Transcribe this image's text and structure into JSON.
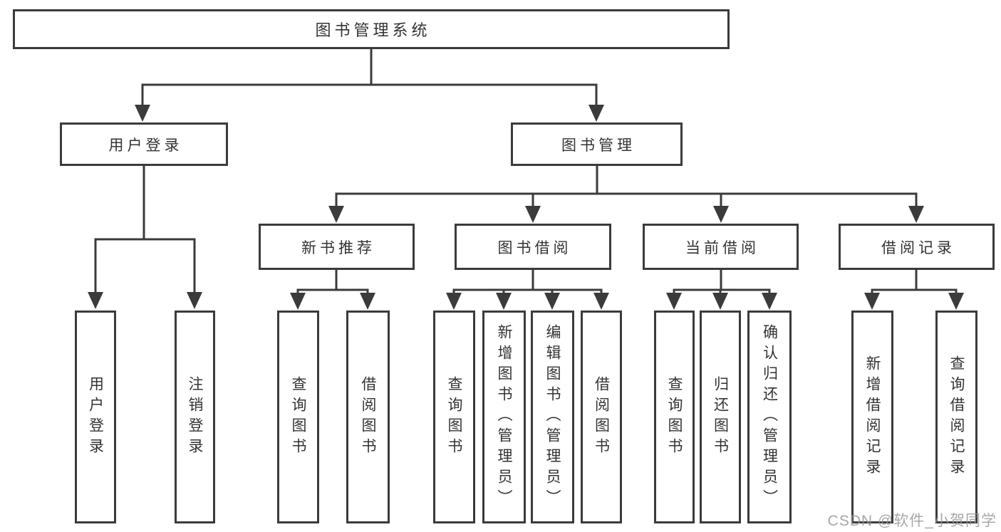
{
  "diagram_title": "图书管理系统",
  "tree": {
    "label": "图书管理系统",
    "children": [
      {
        "label": "用户登录",
        "children": [
          {
            "label": "用户登录"
          },
          {
            "label": "注销登录"
          }
        ]
      },
      {
        "label": "图书管理",
        "children": [
          {
            "label": "新书推荐",
            "children": [
              {
                "label": "查询图书"
              },
              {
                "label": "借阅图书"
              }
            ]
          },
          {
            "label": "图书借阅",
            "children": [
              {
                "label": "查询图书"
              },
              {
                "label": "新增图书（管理员）"
              },
              {
                "label": "编辑图书（管理员）"
              },
              {
                "label": "借阅图书"
              }
            ]
          },
          {
            "label": "当前借阅",
            "children": [
              {
                "label": "查询图书"
              },
              {
                "label": "归还图书"
              },
              {
                "label": "确认归还（管理员）"
              }
            ]
          },
          {
            "label": "借阅记录",
            "children": [
              {
                "label": "新增借阅记录"
              },
              {
                "label": "查询借阅记录"
              }
            ]
          }
        ]
      }
    ]
  },
  "watermark": {
    "text": "CSDN @软件_小贺同学"
  },
  "colors": {
    "line": "#3b3b3b",
    "box_fill": "#ffffff",
    "text": "#333333",
    "watermark": "#949494",
    "background": "#ffffff"
  }
}
